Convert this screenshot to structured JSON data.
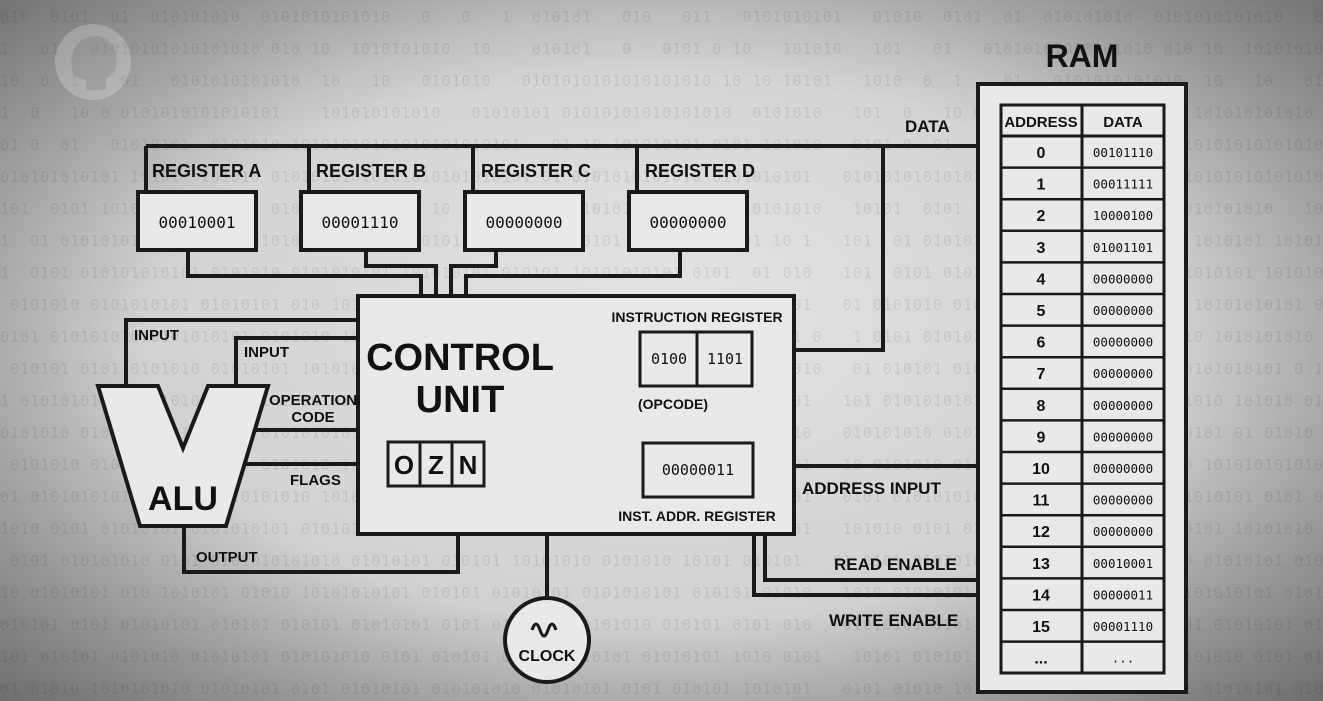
{
  "background": {
    "bit_rows": [
      "01010  0101  01  010101010  0101010101010   0   0   1  010101   010   011   0101010101",
      "101   01   01010101010101010 010 10  1010101010  10    010101   0   0101 0 10   101010",
      "1010  0  1    01   0101010101010  10   10   0101010   0101010101010101010 10 10 10101",
      "101  0   10 0 0101010101010101    101010101010   01010101 01010101010101010  0101010",
      "0101 0  01   01010101  0101010 10101010101010101010101   01 10 101010101 0101 101010",
      "01010101010101 10101  101010 01010101010101010101010101 01 0101010101010 0101010101",
      "10101  0101 10101010101 0101 0101010101010   10  101010 1010101010101 10101 10101010",
      "101  01 01010101010101 01010101010 1010101 10101 01 10101 010101 0101010101 01 10 1",
      "101  0101 010101010101 0101010 0101010101 101010101 010101 10101010101 0101  01 010",
      "01 0101010 0101010101 01010101 010 10101010101 01010 1010101010 10101010 1010101 01",
      "1 0101 01010101010101010101 0101010 1010101010 01010101 0101010 10101010101 010101 0",
      "01 010101 0101 0101010 01010101 10101010101 0 1010101010 0101 01010101010 01010 1010",
      "101 0101010101 0101010 0101 1010101010 101010 0101010101010 10101010 01 0101010 101",
      "010101010 0101 010101010101 0101010101 01 01010 1010101 01010101 101010101 1010 010",
      "10 0101010 01010 1010101010 0101010 101010101010 01010101 0101 010101010 10101 0101",
      "0101 0101010101 0101010 010101010 1010101 0101 01010101010 10101010 01010101 010101",
      "101010 0101 01010101 0101010101 010101 10101010 0101 010101 0101010101 0101 1010101",
      "01 0101 010101010 0101 0101010101010 01010101 010101 10101010 0101010 10101 010101",
      "1010 01010101 010 1010101 01010 10101010101 010101 01010101 0101010101 010101 01010",
      "01010101 0101 01010101 010101 010101 01010101 0101 01010 1010101010 010101 0101 010",
      "10101 010101 0101010 01010101 010101010 0101 010101 0101 01010101 01010101 1010 0101",
      "0101 01010 1010101010 01010101 0101 01010101 010101010 01010101 0101 010101 1010101"
    ]
  },
  "diagram": {
    "colors": {
      "ink": "#1a1a1a",
      "box_fill": "#e9e9e9"
    },
    "registers": [
      {
        "name": "REGISTER A",
        "value": "00010001"
      },
      {
        "name": "REGISTER B",
        "value": "00001110"
      },
      {
        "name": "REGISTER C",
        "value": "00000000"
      },
      {
        "name": "REGISTER D",
        "value": "00000000"
      }
    ],
    "control_unit": {
      "title_line1": "CONTROL",
      "title_line2": "UNIT",
      "flags": [
        "O",
        "Z",
        "N"
      ],
      "instruction_register": {
        "label": "INSTRUCTION REGISTER",
        "opcode": "0100",
        "operand": "1101",
        "caption": "(OPCODE)"
      },
      "inst_addr_register": {
        "value": "00000011",
        "label": "INST. ADDR. REGISTER"
      }
    },
    "alu": {
      "label": "ALU",
      "input1_label": "INPUT",
      "input2_label": "INPUT",
      "opcode_line1": "OPERATION",
      "opcode_line2": "CODE",
      "flags_label": "FLAGS",
      "output_label": "OUTPUT"
    },
    "clock_label": "CLOCK",
    "wire_labels": {
      "data": "DATA",
      "address_input": "ADDRESS INPUT",
      "read_enable": "READ ENABLE",
      "write_enable": "WRITE ENABLE"
    },
    "ram": {
      "title": "RAM",
      "address_header": "ADDRESS",
      "data_header": "DATA",
      "rows": [
        {
          "address": "0",
          "data": "00101110"
        },
        {
          "address": "1",
          "data": "00011111"
        },
        {
          "address": "2",
          "data": "10000100"
        },
        {
          "address": "3",
          "data": "01001101"
        },
        {
          "address": "4",
          "data": "00000000"
        },
        {
          "address": "5",
          "data": "00000000"
        },
        {
          "address": "6",
          "data": "00000000"
        },
        {
          "address": "7",
          "data": "00000000"
        },
        {
          "address": "8",
          "data": "00000000"
        },
        {
          "address": "9",
          "data": "00000000"
        },
        {
          "address": "10",
          "data": "00000000"
        },
        {
          "address": "11",
          "data": "00000000"
        },
        {
          "address": "12",
          "data": "00000000"
        },
        {
          "address": "13",
          "data": "00010001"
        },
        {
          "address": "14",
          "data": "00000011"
        },
        {
          "address": "15",
          "data": "00001110"
        },
        {
          "address": "...",
          "data": "..."
        }
      ]
    }
  }
}
